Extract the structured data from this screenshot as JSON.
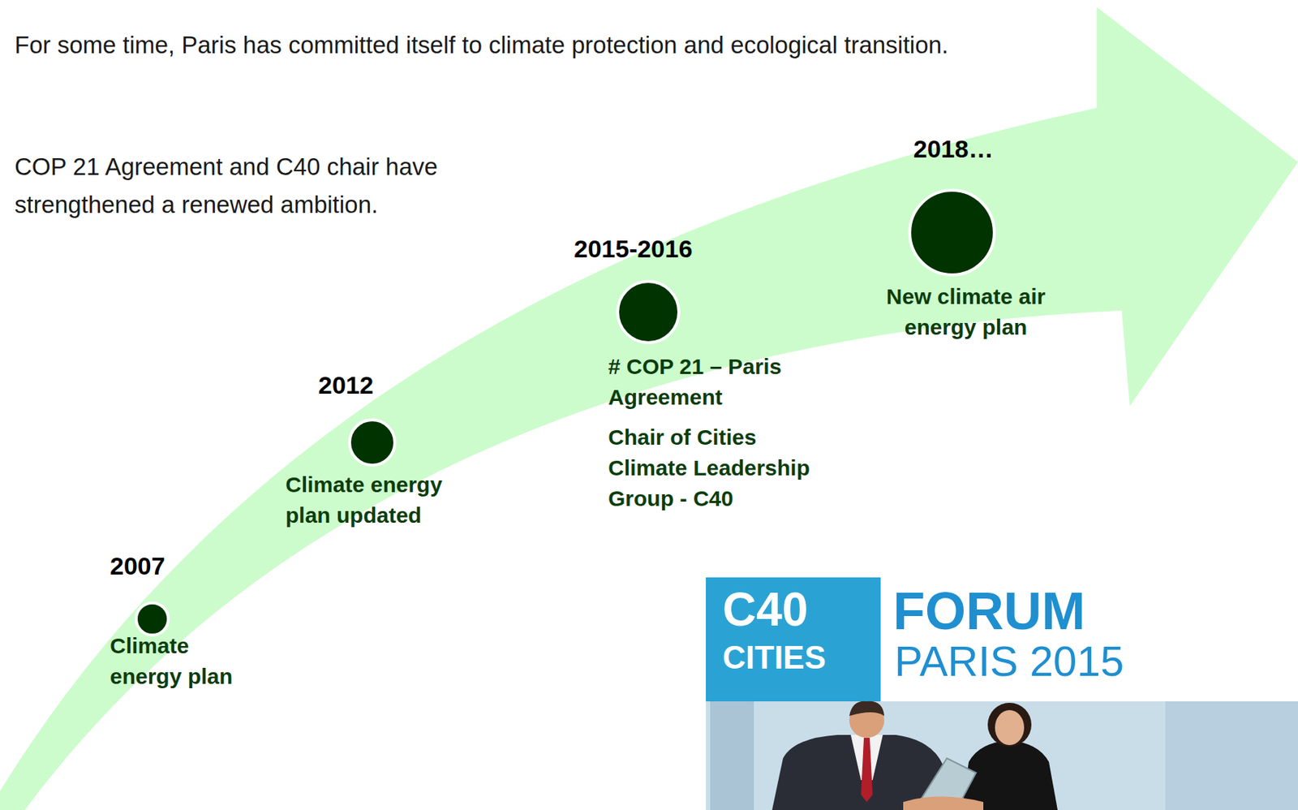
{
  "diagram": {
    "nodes": [
      {
        "text": [
          "2007",
          "Climate energy plan"
        ]
      },
      {
        "text": [
          "2012",
          "Climate energy plan updated"
        ]
      },
      {
        "text": [
          "2015-2016",
          "# COP 21 – Paris Agreement",
          "Chair of Cities Climate Leadership Group - C40"
        ]
      },
      {
        "text": [
          "2018…",
          "New climate air energy plan"
        ]
      }
    ],
    "labels": [
      "For some time, Paris has committed itself to climate protection and ecological transition.",
      "COP 21 Agreement and C40 chair have strengthened a renewed ambition.",
      "C40",
      "CITIES",
      "FORUM",
      "PARIS 2015"
    ]
  }
}
